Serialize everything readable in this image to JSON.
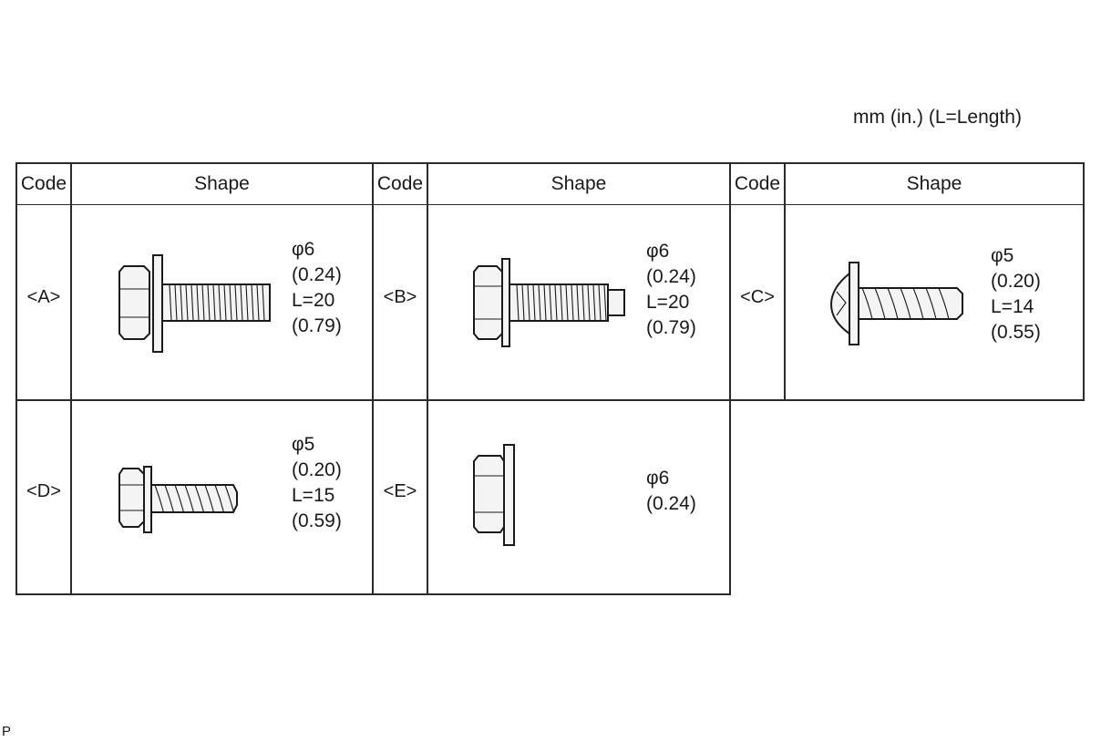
{
  "units_note": "mm (in.) (L=Length)",
  "headers": [
    "Code",
    "Shape",
    "Code",
    "Shape",
    "Code",
    "Shape"
  ],
  "parts": [
    {
      "code": "<A>",
      "icon": "hex-bolt-with-washer-icon",
      "specs": [
        "φ6",
        "(0.24)",
        "L=20",
        "(0.79)"
      ]
    },
    {
      "code": "<B>",
      "icon": "flange-bolt-icon",
      "specs": [
        "φ6",
        "(0.24)",
        "L=20",
        "(0.79)"
      ]
    },
    {
      "code": "<C>",
      "icon": "pan-head-tapping-screw-icon",
      "specs": [
        "φ5",
        "(0.20)",
        "L=14",
        "(0.55)"
      ]
    },
    {
      "code": "<D>",
      "icon": "hex-tapping-screw-icon",
      "specs": [
        "φ5",
        "(0.20)",
        "L=15",
        "(0.59)"
      ]
    },
    {
      "code": "<E>",
      "icon": "flange-nut-icon",
      "specs": [
        "φ6",
        "(0.24)"
      ]
    }
  ],
  "footer_mark": "P"
}
